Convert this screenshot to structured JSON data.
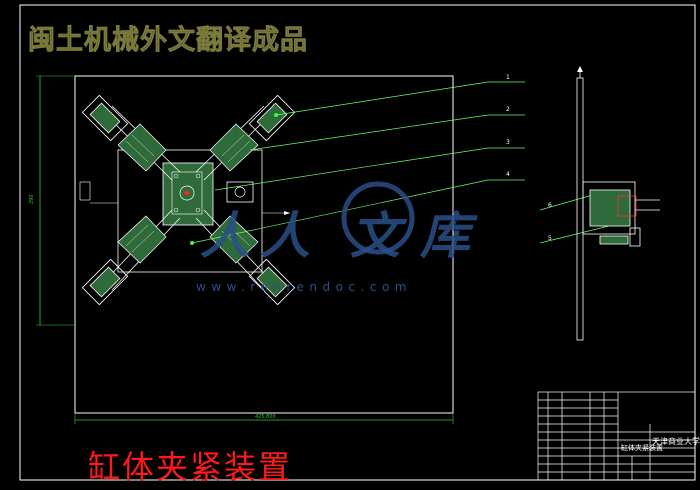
{
  "banner_text": "闽土机械外文翻译成品",
  "drawing_caption": "缸体夹紧装置",
  "watermark": {
    "chars": [
      "人",
      "人",
      "文",
      "库"
    ],
    "site": "www.renrendoc.com"
  },
  "part_callouts": [
    "1",
    "2",
    "3",
    "4",
    "5",
    "6"
  ],
  "title_block": {
    "drawing_name": "缸体夹紧装置",
    "school": "天津商业大学"
  },
  "colors": {
    "background": "#000000",
    "outline": "#ffffff",
    "fixture_fill": "#2f6b3a",
    "dimension": "#33cc33",
    "leader": "#66ff66",
    "caption": "#ff1a1a",
    "watermark": "#2a4f88",
    "banner": "#4a4a2a"
  }
}
